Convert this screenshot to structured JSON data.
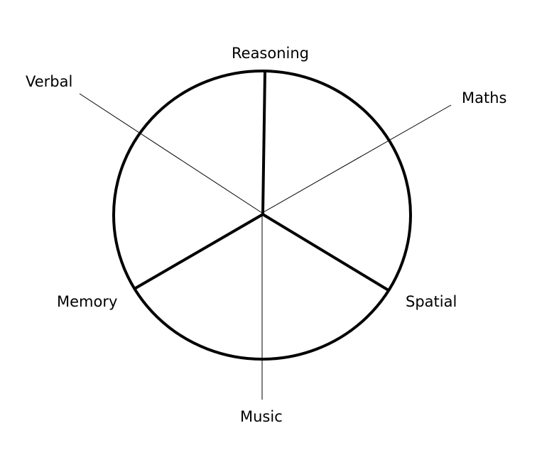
{
  "diagram": {
    "labels": {
      "reasoning": "Reasoning",
      "maths": "Maths",
      "spatial": "Spatial",
      "music": "Music",
      "memory": "Memory",
      "verbal": "Verbal"
    },
    "colors": {
      "stroke": "#000000",
      "background": "#ffffff"
    }
  }
}
